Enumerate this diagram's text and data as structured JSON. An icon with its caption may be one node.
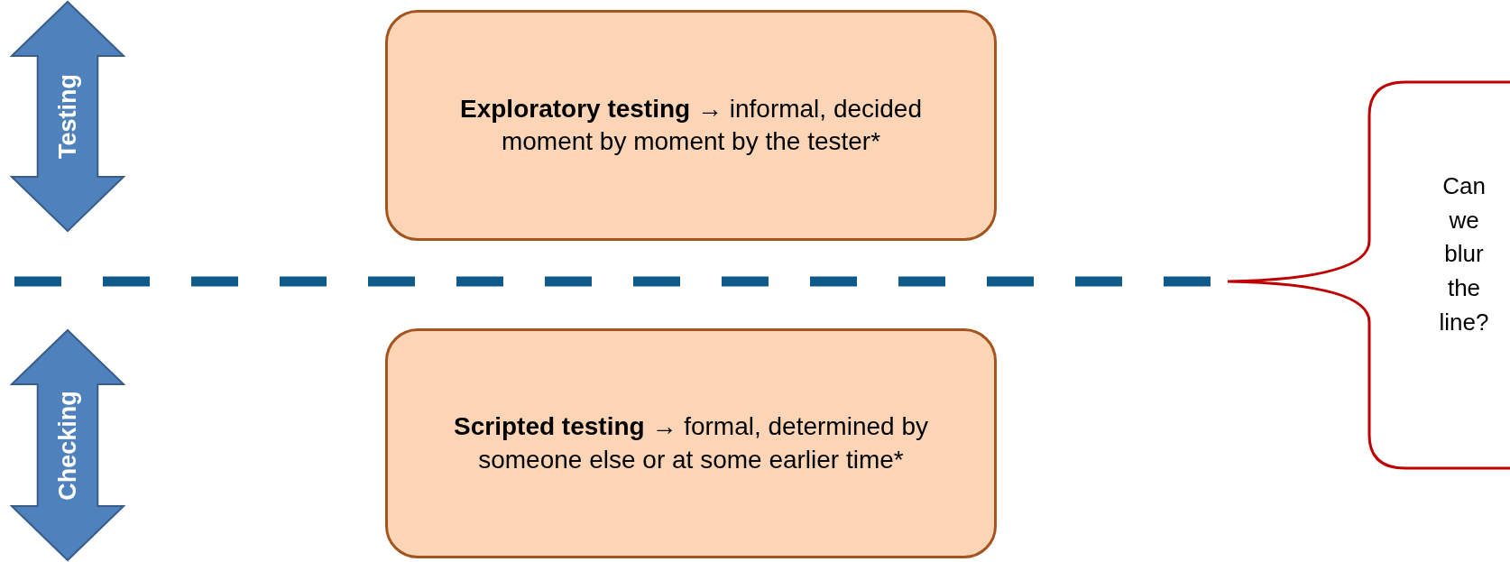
{
  "diagram": {
    "nodes": [
      {
        "text": [
          "Testing"
        ]
      },
      {
        "text": [
          "**Exploratory testing** → informal, decided moment by moment by the tester*"
        ]
      },
      {
        "text": [
          "Checking"
        ]
      },
      {
        "text": [
          "**Scripted testing** → formal, determined by someone else or at some earlier time*"
        ]
      },
      {
        "text": [
          "Can we blur the line?"
        ]
      }
    ]
  }
}
